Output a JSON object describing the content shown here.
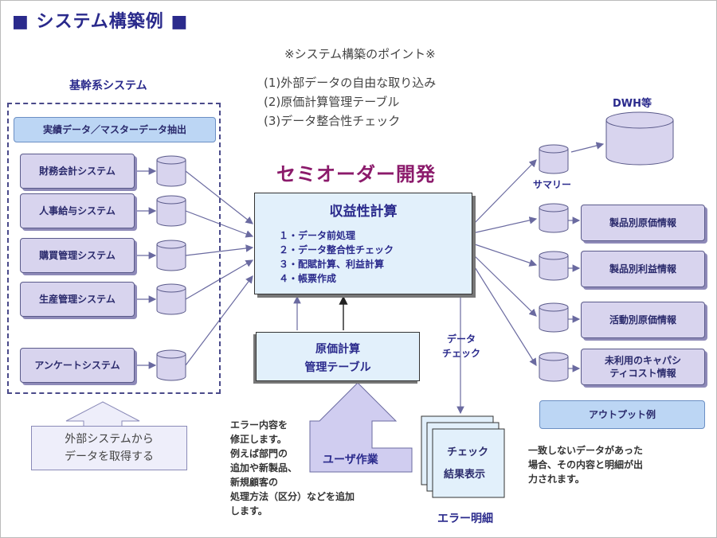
{
  "title": "■ システム構築例 ■",
  "points": {
    "heading": "※システム構築のポイント※",
    "items": [
      "(1)外部データの自由な取り込み",
      "(2)原価計算管理テーブル",
      "(3)データ整合性チェック"
    ]
  },
  "core": {
    "label": "基幹系システム",
    "extract": "実績データ／マスターデータ抽出",
    "systems": [
      "財務会計システム",
      "人事給与システム",
      "購買管理システム",
      "生産管理システム",
      "アンケートシステム"
    ]
  },
  "external": "外部システムから\nデータを取得する",
  "development": {
    "title": "セミオーダー開発",
    "box_title": "収益性計算",
    "steps": [
      "１・データ前処理",
      "２・データ整合性チェック",
      "３・配賦計算、利益計算",
      "４・帳票作成"
    ]
  },
  "cost_table": "原価計算\n管理テーブル",
  "user_work": "ユーザ作業",
  "error_note": "エラー内容を\n修正します。\n例えば部門の\n追加や新製品、\n新規顧客の\n処理方法（区分）などを追加\nします。",
  "data_check": "データ\nチェック",
  "check_card": [
    "チェック",
    "結果表示"
  ],
  "error_detail": "エラー明細",
  "mismatch_note": "一致しないデータがあった\n場合、その内容と明細が出\n力されます。",
  "dwh_label": "DWH等",
  "summary_label": "サマリー",
  "outputs": [
    "製品別原価情報",
    "製品別利益情報",
    "活動別原価情報",
    "未利用のキャパシ\nティコスト情報"
  ],
  "output_example": "アウトプット例"
}
